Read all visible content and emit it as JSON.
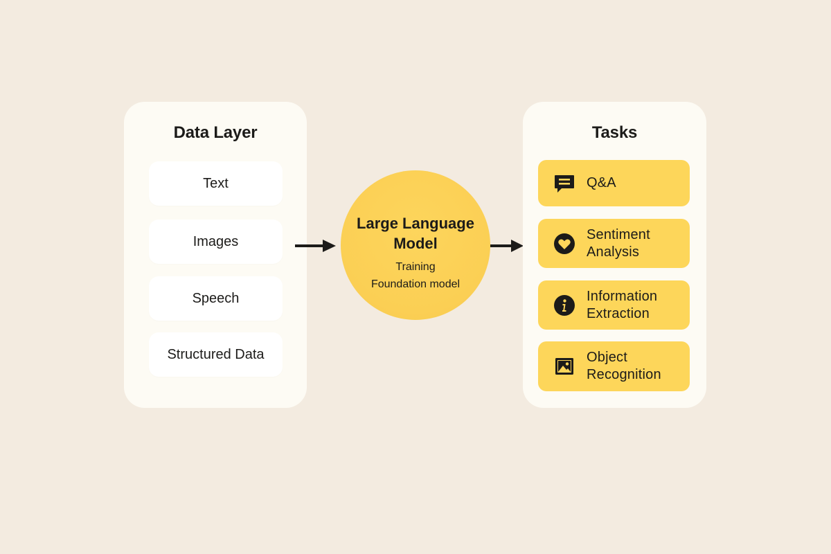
{
  "data_layer": {
    "title": "Data Layer",
    "items": [
      {
        "label": "Text"
      },
      {
        "label": "Images"
      },
      {
        "label": "Speech"
      },
      {
        "label": "Structured Data"
      }
    ]
  },
  "model": {
    "title": "Large Language Model",
    "line1": "Training",
    "line2": "Foundation model"
  },
  "tasks": {
    "title": "Tasks",
    "items": [
      {
        "label": "Q&A",
        "icon": "chat-bubble-icon"
      },
      {
        "label": "Sentiment Analysis",
        "icon": "heart-icon"
      },
      {
        "label": "Information Extraction",
        "icon": "info-icon"
      },
      {
        "label": "Object Recognition",
        "icon": "image-icon"
      }
    ]
  },
  "colors": {
    "background": "#f3ebe0",
    "panel": "#fdfbf4",
    "accent_yellow": "#fdd65a",
    "text": "#1c1b19"
  }
}
